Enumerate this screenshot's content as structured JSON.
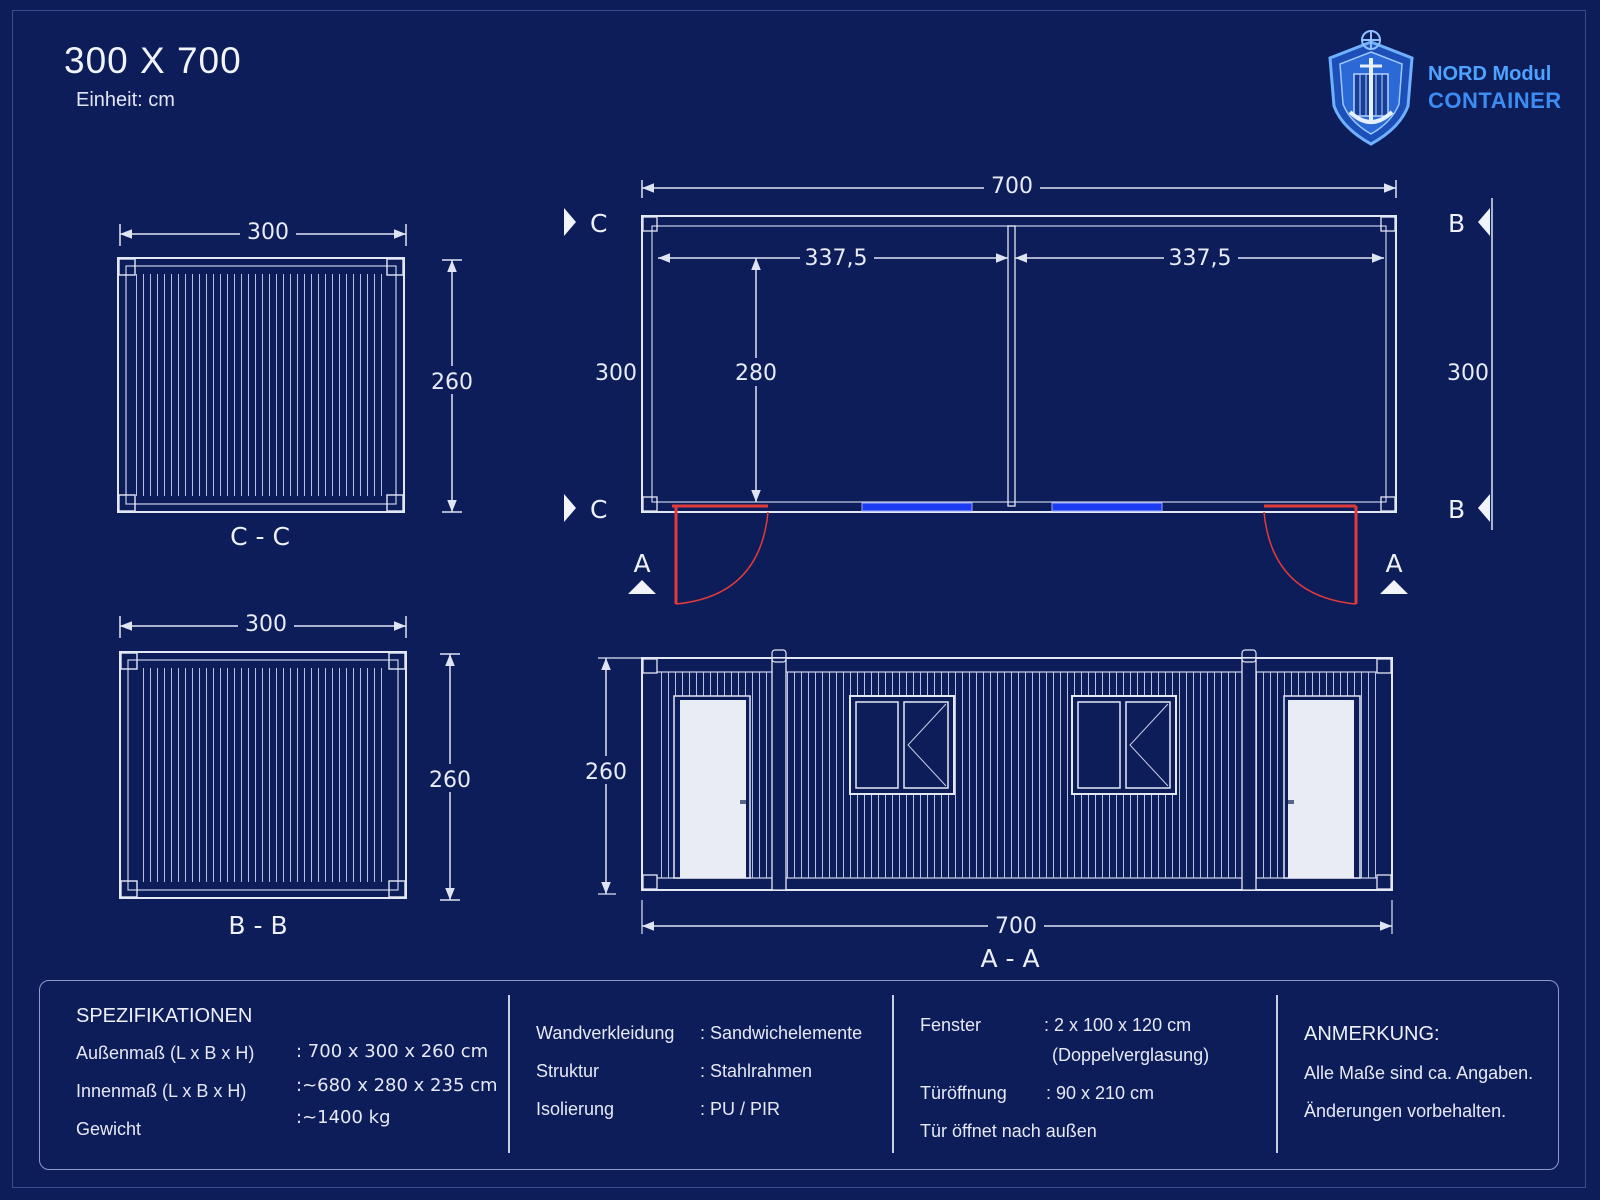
{
  "header": {
    "title": "300 X 700",
    "unit": "Einheit: cm"
  },
  "brand": {
    "line1": "NORD Modul",
    "line2": "CONTAINER",
    "accent": "#3c8cf2"
  },
  "diagram": {
    "section_cc": "C - C",
    "section_bb": "B - B",
    "section_aa": "A - A",
    "marker_c": "C",
    "marker_b": "B",
    "marker_a": "A",
    "cc_width": "300",
    "cc_height": "260",
    "bb_width": "300",
    "bb_height": "260",
    "plan_length": "700",
    "plan_half_left": "337,5",
    "plan_half_right": "337,5",
    "plan_width_left": "300",
    "plan_inner_width": "280",
    "plan_width_right": "300",
    "elev_height": "260",
    "elev_length": "700"
  },
  "specs": {
    "heading": "SPEZIFIKATIONEN",
    "rows": [
      {
        "label": "Außenmaß (L x B x H)",
        "value": ": 700 x 300 x 260 cm"
      },
      {
        "label": "Innenmaß (L x B x H)",
        "value": ":~680 x 280 x 235 cm"
      },
      {
        "label": "Gewicht",
        "value": ":~1400 kg"
      }
    ],
    "materials": [
      {
        "label": "Wandverkleidung",
        "value": ": Sandwichelemente"
      },
      {
        "label": "Struktur",
        "value": ": Stahlrahmen"
      },
      {
        "label": "Isolierung",
        "value": ": PU / PIR"
      }
    ],
    "openings": {
      "window_label": "Fenster",
      "window_value": ": 2 x 100 x 120 cm",
      "window_note": "(Doppelverglasung)",
      "door_label": "Türöffnung",
      "door_value": ": 90 x 210 cm",
      "door_note": "Tür öffnet nach außen"
    },
    "note": {
      "heading": "ANMERKUNG:",
      "line1": "Alle Maße sind ca. Angaben.",
      "line2": "Änderungen vorbehalten."
    }
  }
}
